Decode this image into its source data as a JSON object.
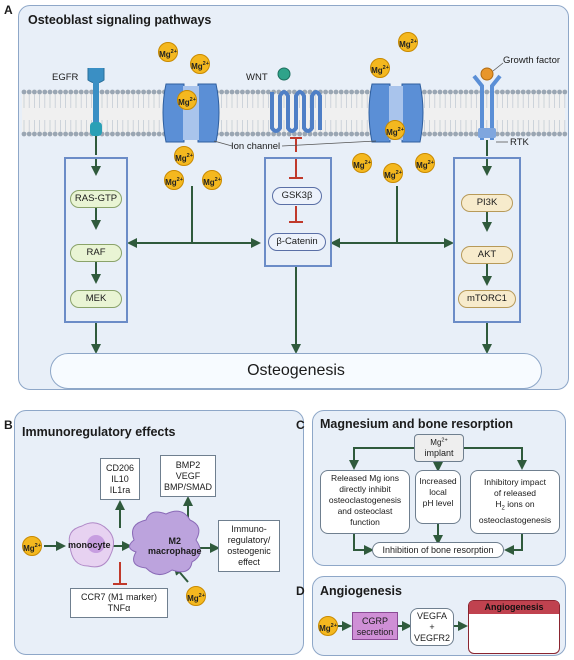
{
  "panels": {
    "a": {
      "letter": "A",
      "title": "Osteoblast signaling pathways"
    },
    "b": {
      "letter": "B",
      "title": "Immunoregulatory effects"
    },
    "c": {
      "letter": "C",
      "title": "Magnesium and bone resorption"
    },
    "d": {
      "letter": "D",
      "title": "Angiogenesis"
    }
  },
  "mg_label": "Mg",
  "mg_charge": "2+",
  "a": {
    "receptors": {
      "egfr": "EGFR",
      "wnt": "WNT",
      "growth_factor": "Growth factor",
      "rtk": "RTK",
      "ion_channel": "Ion channel"
    },
    "egfr_path": [
      "RAS-GTP",
      "RAF",
      "MEK"
    ],
    "wnt_path": [
      "GSK3β",
      "β-Catenin"
    ],
    "rtk_path": [
      "PI3K",
      "AKT",
      "mTORC1"
    ],
    "outcome": "Osteogenesis"
  },
  "b": {
    "up_markers": "CD206\nIL10\nIL1ra",
    "bmp_markers": "BMP2\nVEGF\nBMP/SMAD",
    "effect": "Immuno-\nregulatory/\nosteogenic\neffect",
    "down_markers": "CCR7 (M1 marker)\nTNFα",
    "monocyte": "monocyte",
    "macrophage": "M2\nmacrophage"
  },
  "c": {
    "implant": "implant",
    "left_effect": "Released Mg ions\ndirectly inhibit\nosteoclastogenesis\nand osteoclast\nfunction",
    "middle_effect": "Increased\nlocal\npH level",
    "right_effect_1": "Inhibitory impact\nof released",
    "right_effect_h": "H",
    "right_effect_sub": "2",
    "right_effect_2": "ions on\nosteoclastogenesis",
    "outcome": "Inhibition of bone resorption"
  },
  "d": {
    "cgrp": "CGRP\nsecretion",
    "vegf": "VEGFA\n+\nVEGFR2",
    "outcome": "Angiogenesis"
  },
  "colors": {
    "panel_bg": "#e8eff8",
    "arrow": "#2f5a3c",
    "inhibit": "#c0392b",
    "mg_ion": "#f4b81f",
    "channel": "#5b8fd6",
    "angiogenesis_box": "#c0424f",
    "cgrp_box": "#cf8fd6"
  }
}
